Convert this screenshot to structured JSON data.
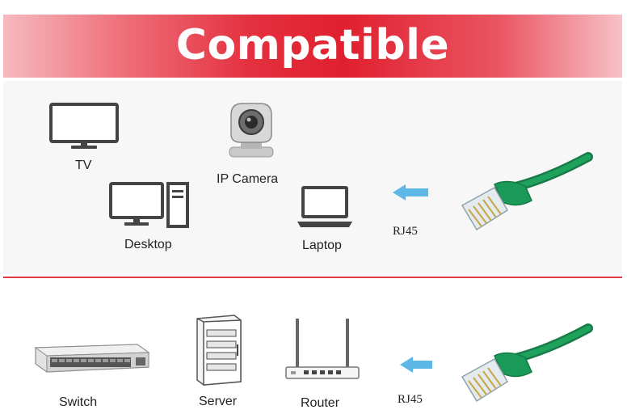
{
  "banner": {
    "title": "Compatible"
  },
  "section1": {
    "tv_label": "TV",
    "ip_camera_label": "IP Camera",
    "desktop_label": "Desktop",
    "laptop_label": "Laptop",
    "rj45_label": "RJ45"
  },
  "section2": {
    "switch_label": "Switch",
    "server_label": "Server",
    "router_label": "Router",
    "rj45_label": "RJ45"
  },
  "colors": {
    "banner_red": "#e0202f",
    "arrow_blue": "#5db8e8",
    "cable_green": "#1a9a58"
  }
}
